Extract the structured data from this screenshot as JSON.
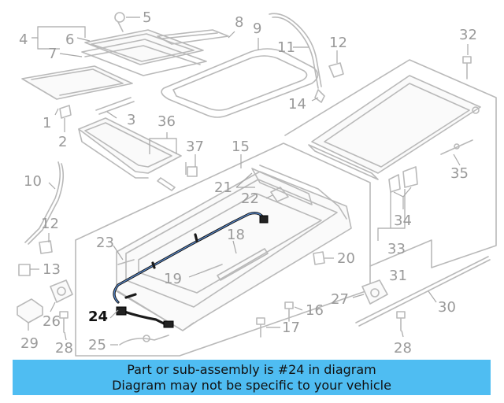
{
  "callouts": {
    "c1": "1",
    "c2": "2",
    "c3": "3",
    "c4": "4",
    "c5": "5",
    "c6": "6",
    "c7": "7",
    "c8": "8",
    "c9": "9",
    "c10": "10",
    "c11": "11",
    "c12a": "12",
    "c12b": "12",
    "c13": "13",
    "c14": "14",
    "c15": "15",
    "c16": "16",
    "c17": "17",
    "c18": "18",
    "c19": "19",
    "c20": "20",
    "c21": "21",
    "c22": "22",
    "c23": "23",
    "c24": "24",
    "c25": "25",
    "c26": "26",
    "c27": "27",
    "c28a": "28",
    "c28b": "28",
    "c29": "29",
    "c30": "30",
    "c31": "31",
    "c32": "32",
    "c33": "33",
    "c34": "34",
    "c35": "35",
    "c36": "36",
    "c37": "37"
  },
  "highlighted_part": "24",
  "colors": {
    "banner": "#4fbdf2",
    "highlight": "#111111",
    "parts": "#b9b9b9",
    "harness_accent": "#5a8fd8"
  },
  "banner": {
    "line1": "Part or sub-assembly is #24 in diagram",
    "line2": "Diagram may not be specific to your vehicle"
  }
}
